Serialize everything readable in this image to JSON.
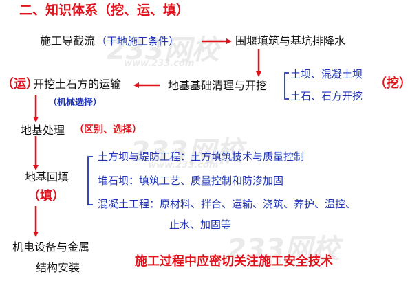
{
  "title": "二、知识体系（挖、运、填）",
  "nodes": {
    "diversion": "施工导截流",
    "diversion_note": "（干地施工条件）",
    "cofferdam": "围堰填筑与基坑排降水",
    "foundation_clear": "地基基础清理与开挖",
    "dig_items": [
      "土坝、混凝土坝",
      "土石、石方开挖"
    ],
    "dig_label": "（挖）",
    "transport": "开挖土石方的运输",
    "transport_label": "（运）",
    "transport_note": "（机械选择）",
    "treatment": "地基处理",
    "treatment_note": "（区别、选择）",
    "backfill": "地基回填",
    "backfill_label": "（填）",
    "fill_items": [
      "土方坝与堤防工程：土方填筑技术与质量控制",
      "堆石坝：填筑工艺、质量控制和防渗加固",
      "混凝土工程：原材料、拌合、运输、浇筑、养护、温控、",
      "止水、加固等"
    ],
    "install_line1": "机电设备与金属",
    "install_line2": "结构安装",
    "safety_note": "施工过程中应密切关注施工安全技术"
  },
  "watermarks": [
    "233网校",
    "www.233.com",
    "233网校",
    "www.233.com",
    "233网校",
    "www.233.com"
  ],
  "colors": {
    "arrow": "#e0121b",
    "bracket": "#1f35b8",
    "red_text": "#e0121b",
    "blue_text": "#1f35b8"
  }
}
